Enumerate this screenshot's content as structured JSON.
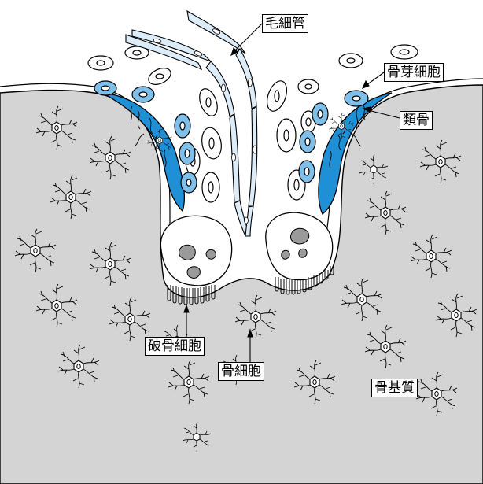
{
  "labels": {
    "capillary": "毛細管",
    "osteoblast": "骨芽細胞",
    "osteoid": "類骨",
    "osteoclast": "破骨細胞",
    "osteocyte": "骨細胞",
    "bone_matrix": "骨基質"
  },
  "colors": {
    "bone_matrix": "#d4d4d4",
    "osteoid": "#1f8fd6",
    "osteoblast": "#7fc0ea",
    "capillary_cell": "#dcecf8",
    "outline": "#000000"
  }
}
